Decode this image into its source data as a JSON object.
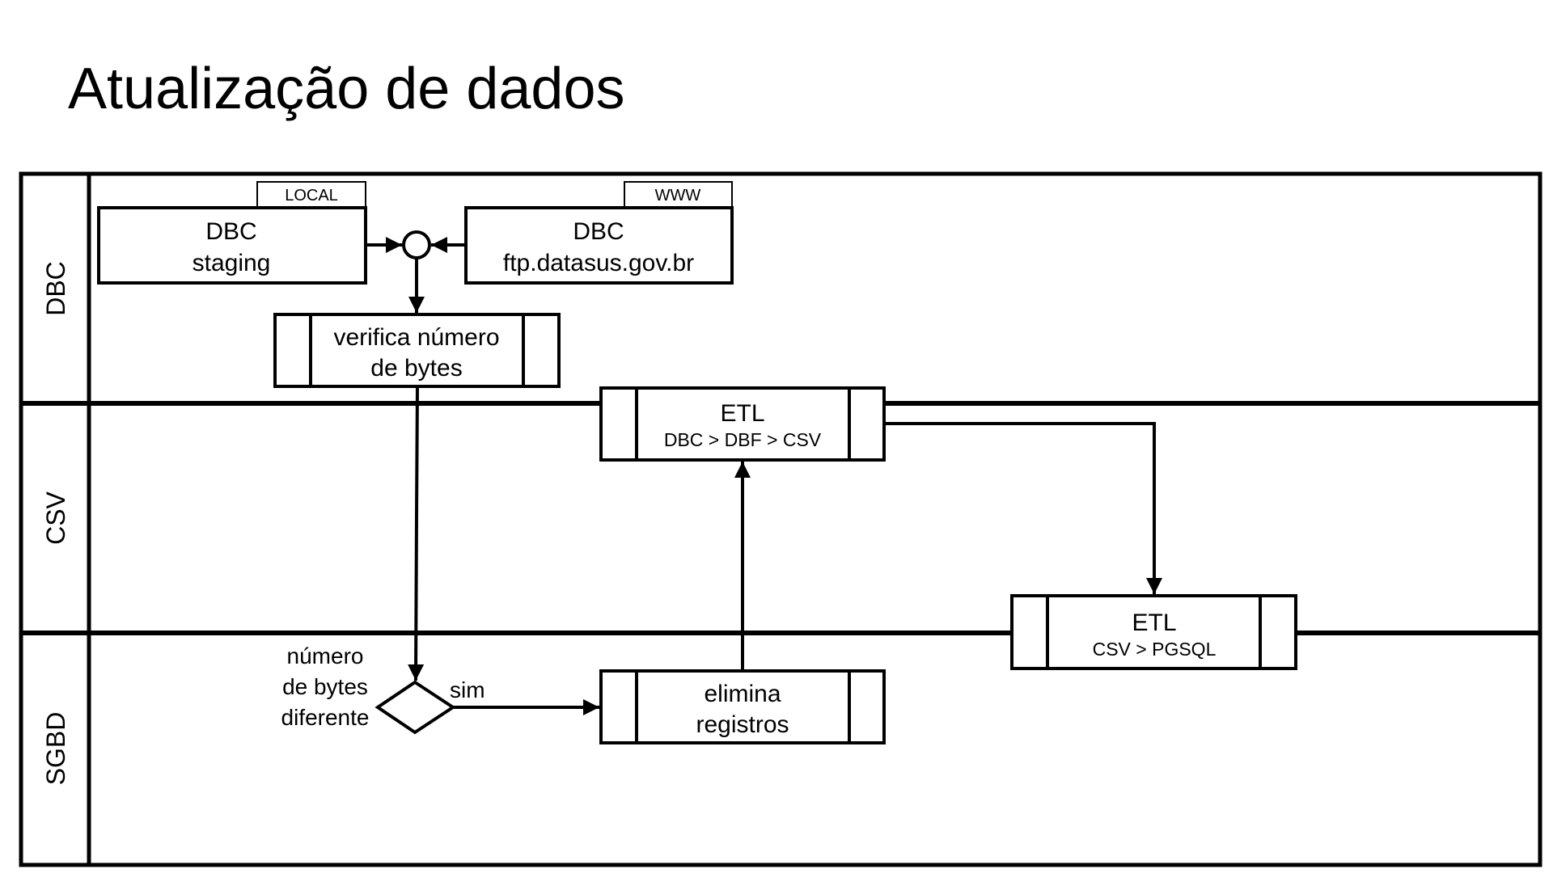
{
  "title": "Atualização de dados",
  "lanes": [
    {
      "id": "dbc",
      "label": "DBC"
    },
    {
      "id": "csv",
      "label": "CSV"
    },
    {
      "id": "sgbd",
      "label": "SGBD"
    }
  ],
  "nodes": {
    "dbc_staging": {
      "tag": "LOCAL",
      "lines": [
        "DBC",
        "staging"
      ]
    },
    "dbc_ftp": {
      "tag": "WWW",
      "lines": [
        "DBC",
        "ftp.datasus.gov.br"
      ]
    },
    "verifica": {
      "lines": [
        "verifica número",
        "de bytes"
      ]
    },
    "etl_csv": {
      "title": "ETL",
      "subtitle": "DBC > DBF > CSV"
    },
    "etl_pgsql": {
      "title": "ETL",
      "subtitle": "CSV > PGSQL"
    },
    "elimina": {
      "lines": [
        "elimina",
        "registros"
      ]
    },
    "decision": {
      "lines": [
        "número",
        "de bytes",
        "diferente"
      ],
      "yes_label": "sim"
    }
  },
  "colors": {
    "stroke": "#000000",
    "background": "#ffffff"
  }
}
